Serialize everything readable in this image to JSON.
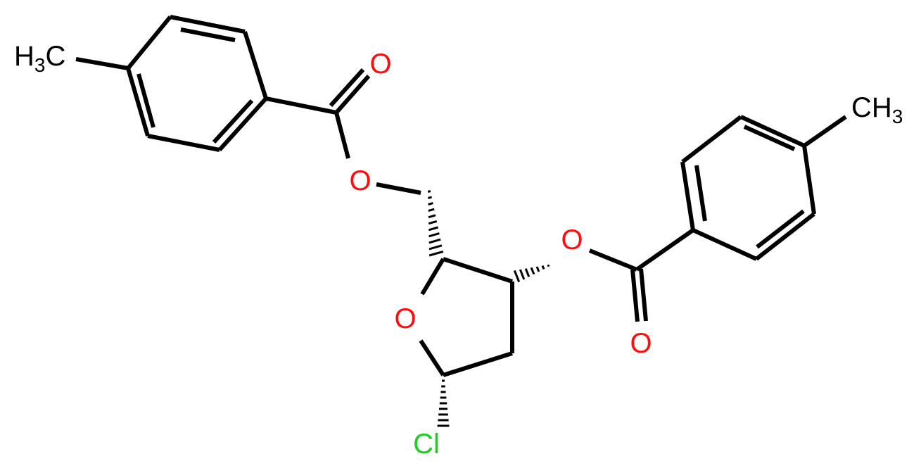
{
  "atoms": {
    "ch3_left": {
      "main": "H",
      "sub": "3",
      "tail": "C"
    },
    "ch3_right": {
      "main": "CH",
      "sub": "3"
    },
    "o_carbonyl_left": "O",
    "o_ester_left": "O",
    "o_ring": "O",
    "o_ester_right": "O",
    "o_carbonyl_right": "O",
    "cl": "Cl"
  },
  "colors": {
    "bond": "#000000",
    "carbon": "#000000",
    "oxygen": "#ff0d0d",
    "chlorine": "#1fcd1f"
  }
}
